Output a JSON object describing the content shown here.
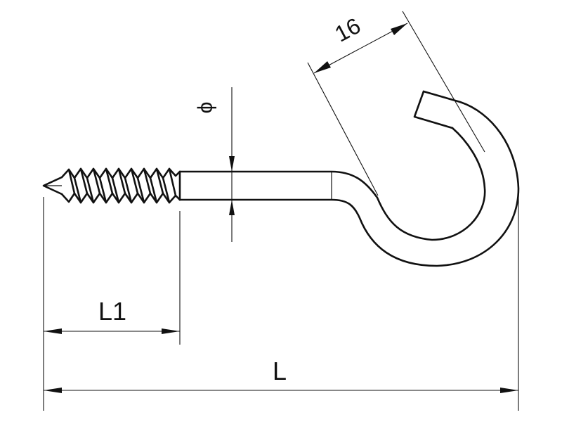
{
  "drawing": {
    "subject": "screw hook",
    "labels": {
      "hook_opening": "16",
      "diameter": "ϕ",
      "thread_length": "L1",
      "total_length": "L"
    },
    "colors": {
      "line": "#111111",
      "background": "#ffffff"
    }
  }
}
